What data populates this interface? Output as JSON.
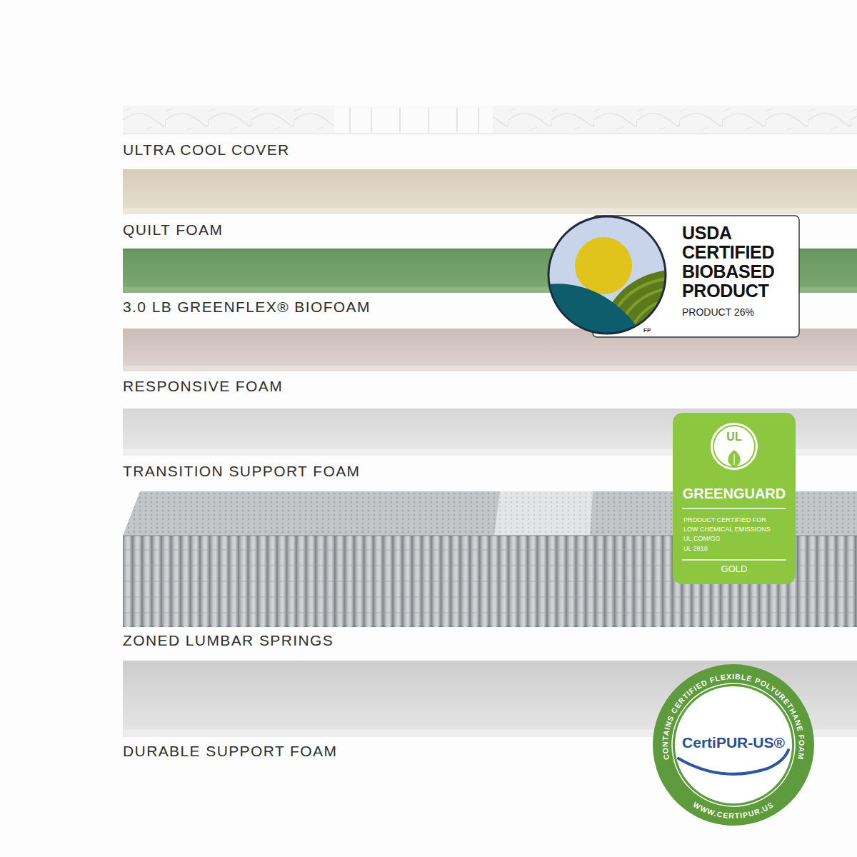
{
  "diagram": {
    "nodes": [
      {
        "text": [
          "ULTRA COOL COVER"
        ]
      },
      {
        "text": [
          "QUILT FOAM"
        ]
      },
      {
        "text": [
          "USDA CERTIFIED BIOBASED PRODUCT",
          "PRODUCT 26%",
          "FP"
        ]
      },
      {
        "text": [
          "3.0 LB GREENFLEX® BIOFOAM"
        ]
      },
      {
        "text": [
          "RESPONSIVE FOAM"
        ]
      },
      {
        "text": [
          "UL",
          "GREENGUARD",
          "PRODUCT CERTIFIED FOR LOW CHEMICAL EMISSIONS",
          "UL.COM/GG",
          "UL 2818",
          "GOLD"
        ]
      },
      {
        "text": [
          "TRANSITION SUPPORT FOAM"
        ]
      },
      {
        "text": [
          "ZONED LUMBAR SPRINGS"
        ]
      },
      {
        "text": [
          "DURABLE SUPPORT FOAM"
        ]
      },
      {
        "text": [
          "CONTAINS CERTIFIED FLEXIBLE POLYURETHANE FOAM",
          "CertiPUR-US®",
          "WWW.CERTIPUR.US"
        ]
      }
    ]
  }
}
